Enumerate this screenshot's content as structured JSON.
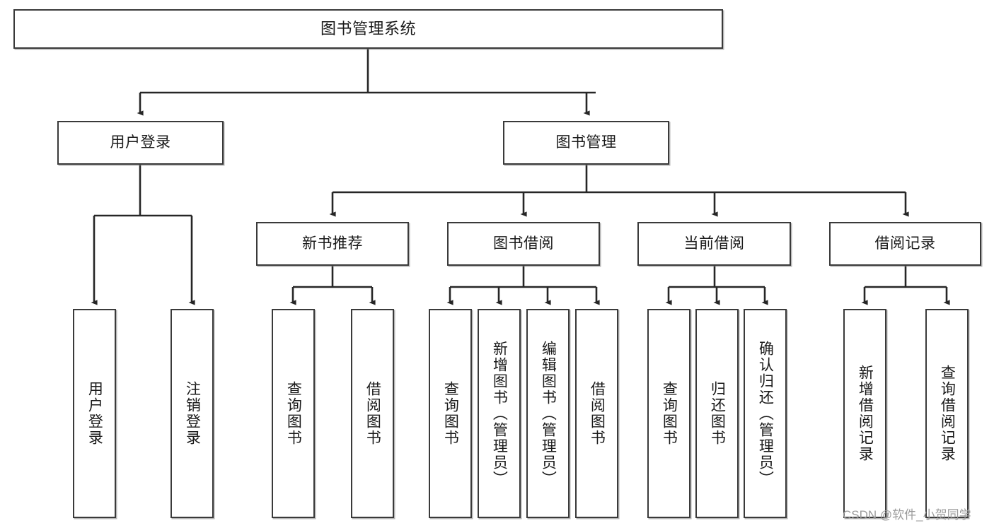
{
  "diagram": {
    "title": "图书管理系统",
    "type": "tree-hierarchy-diagram",
    "orientation": "top-down",
    "colors": {
      "background": "#ffffff",
      "node_fill": "#ffffff",
      "node_border": "#3a3a3a",
      "connector": "#262626",
      "text": "#1a1a1a",
      "watermark": "#9b9b9b"
    },
    "watermark": "CSDN @软件_小贺同学"
  },
  "nodes": {
    "root": {
      "label": "图书管理系统"
    },
    "level2": [
      {
        "label": "用户登录"
      },
      {
        "label": "图书管理"
      }
    ],
    "level3": [
      {
        "label": "新书推荐"
      },
      {
        "label": "图书借阅"
      },
      {
        "label": "当前借阅"
      },
      {
        "label": "借阅记录"
      }
    ],
    "leaves": {
      "user_login": [
        {
          "label": "用户登录"
        },
        {
          "label": "注销登录"
        }
      ],
      "new_book_recommend": [
        {
          "label": "查询图书"
        },
        {
          "label": "借阅图书"
        }
      ],
      "book_borrow": [
        {
          "label": "查询图书"
        },
        {
          "label": "新增图书（管理员）"
        },
        {
          "label": "编辑图书（管理员）"
        },
        {
          "label": "借阅图书"
        }
      ],
      "current_borrow": [
        {
          "label": "查询图书"
        },
        {
          "label": "归还图书"
        },
        {
          "label": "确认归还（管理员）"
        }
      ],
      "borrow_record": [
        {
          "label": "新增借阅记录"
        },
        {
          "label": "查询借阅记录"
        }
      ]
    }
  }
}
